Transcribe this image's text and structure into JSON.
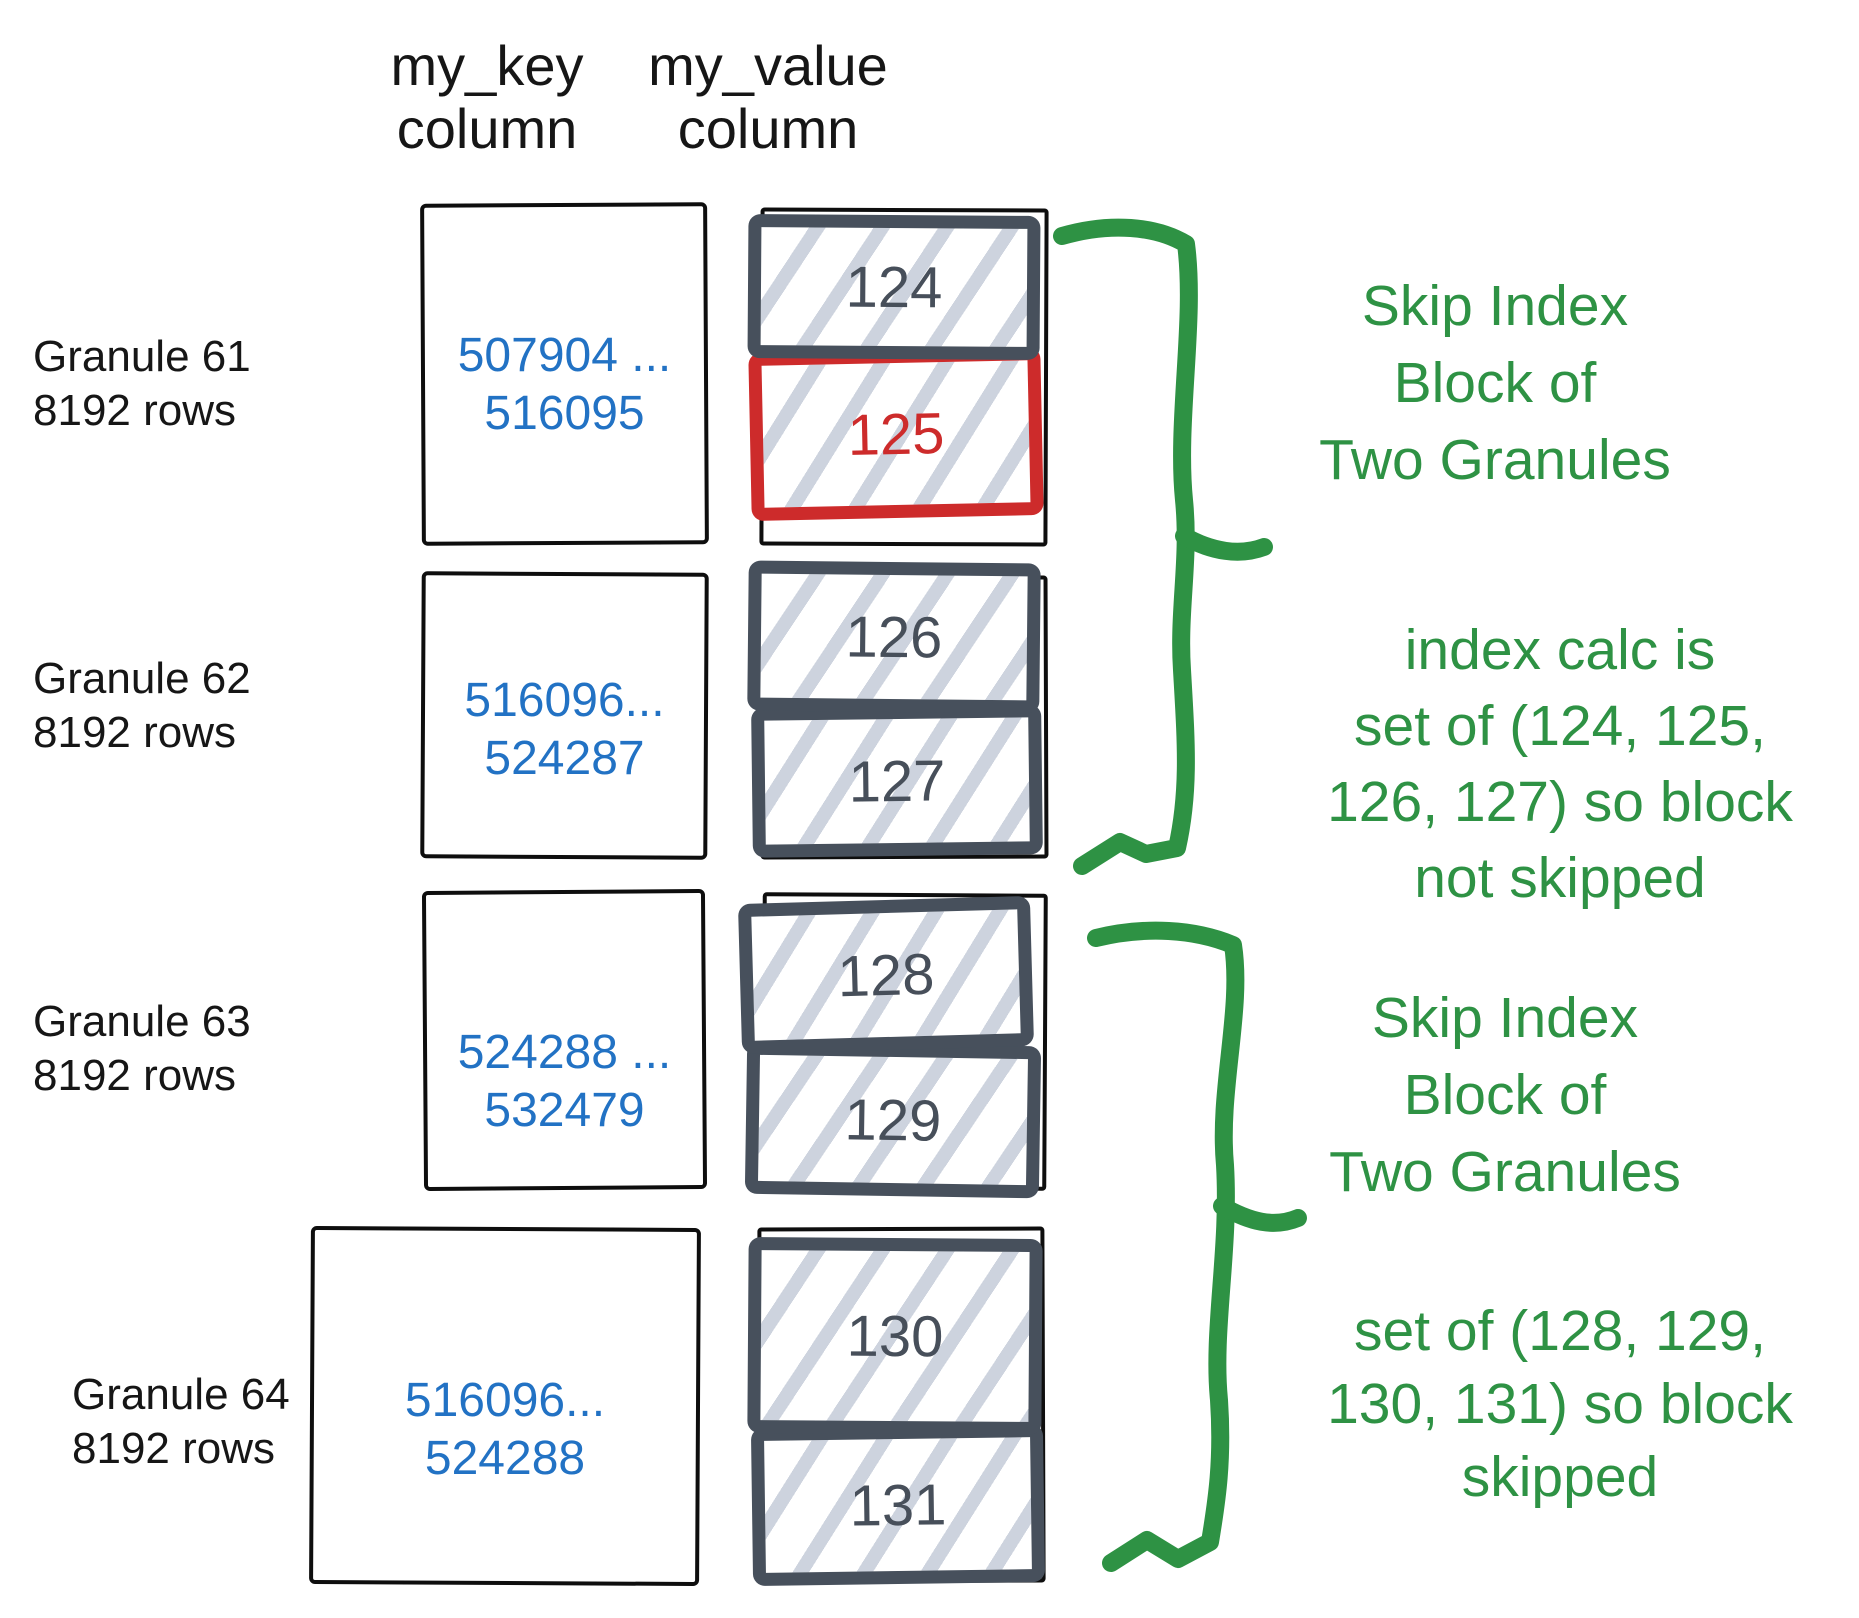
{
  "headers": {
    "key": {
      "line1": "my_key",
      "line2": "column"
    },
    "value": {
      "line1": "my_value",
      "line2": "column"
    }
  },
  "granules": [
    {
      "label_line1": "Granule 61",
      "label_line2": "8192 rows",
      "key_line1": "507904 ...",
      "key_line2": "516095",
      "blocks": [
        {
          "value": "124",
          "highlight": false
        },
        {
          "value": "125",
          "highlight": true
        }
      ]
    },
    {
      "label_line1": "Granule 62",
      "label_line2": "8192 rows",
      "key_line1": "516096...",
      "key_line2": "524287",
      "blocks": [
        {
          "value": "126",
          "highlight": false
        },
        {
          "value": "127",
          "highlight": false
        }
      ]
    },
    {
      "label_line1": "Granule 63",
      "label_line2": "8192 rows",
      "key_line1": "524288 ...",
      "key_line2": "532479",
      "blocks": [
        {
          "value": "128",
          "highlight": false
        },
        {
          "value": "129",
          "highlight": false
        }
      ]
    },
    {
      "label_line1": "Granule 64",
      "label_line2": "8192 rows",
      "key_line1": "516096...",
      "key_line2": "524288",
      "blocks": [
        {
          "value": "130",
          "highlight": false
        },
        {
          "value": "131",
          "highlight": false
        }
      ]
    }
  ],
  "annotations": [
    {
      "lines": [
        "Skip Index",
        "Block of",
        "Two Granules"
      ]
    },
    {
      "lines": [
        "index calc is",
        "set of (124, 125,",
        "126, 127) so block",
        "not skipped"
      ]
    },
    {
      "lines": [
        "Skip Index",
        "Block of",
        "Two Granules"
      ]
    },
    {
      "lines": [
        "set of (128, 129,",
        "130, 131) so block",
        "skipped"
      ]
    }
  ],
  "colors": {
    "annotation_green": "#2e9244",
    "key_blue": "#2272c4",
    "block_border_gray": "#47505c",
    "highlight_red": "#cd2b2b",
    "hatch_gray": "#cdd3de"
  }
}
